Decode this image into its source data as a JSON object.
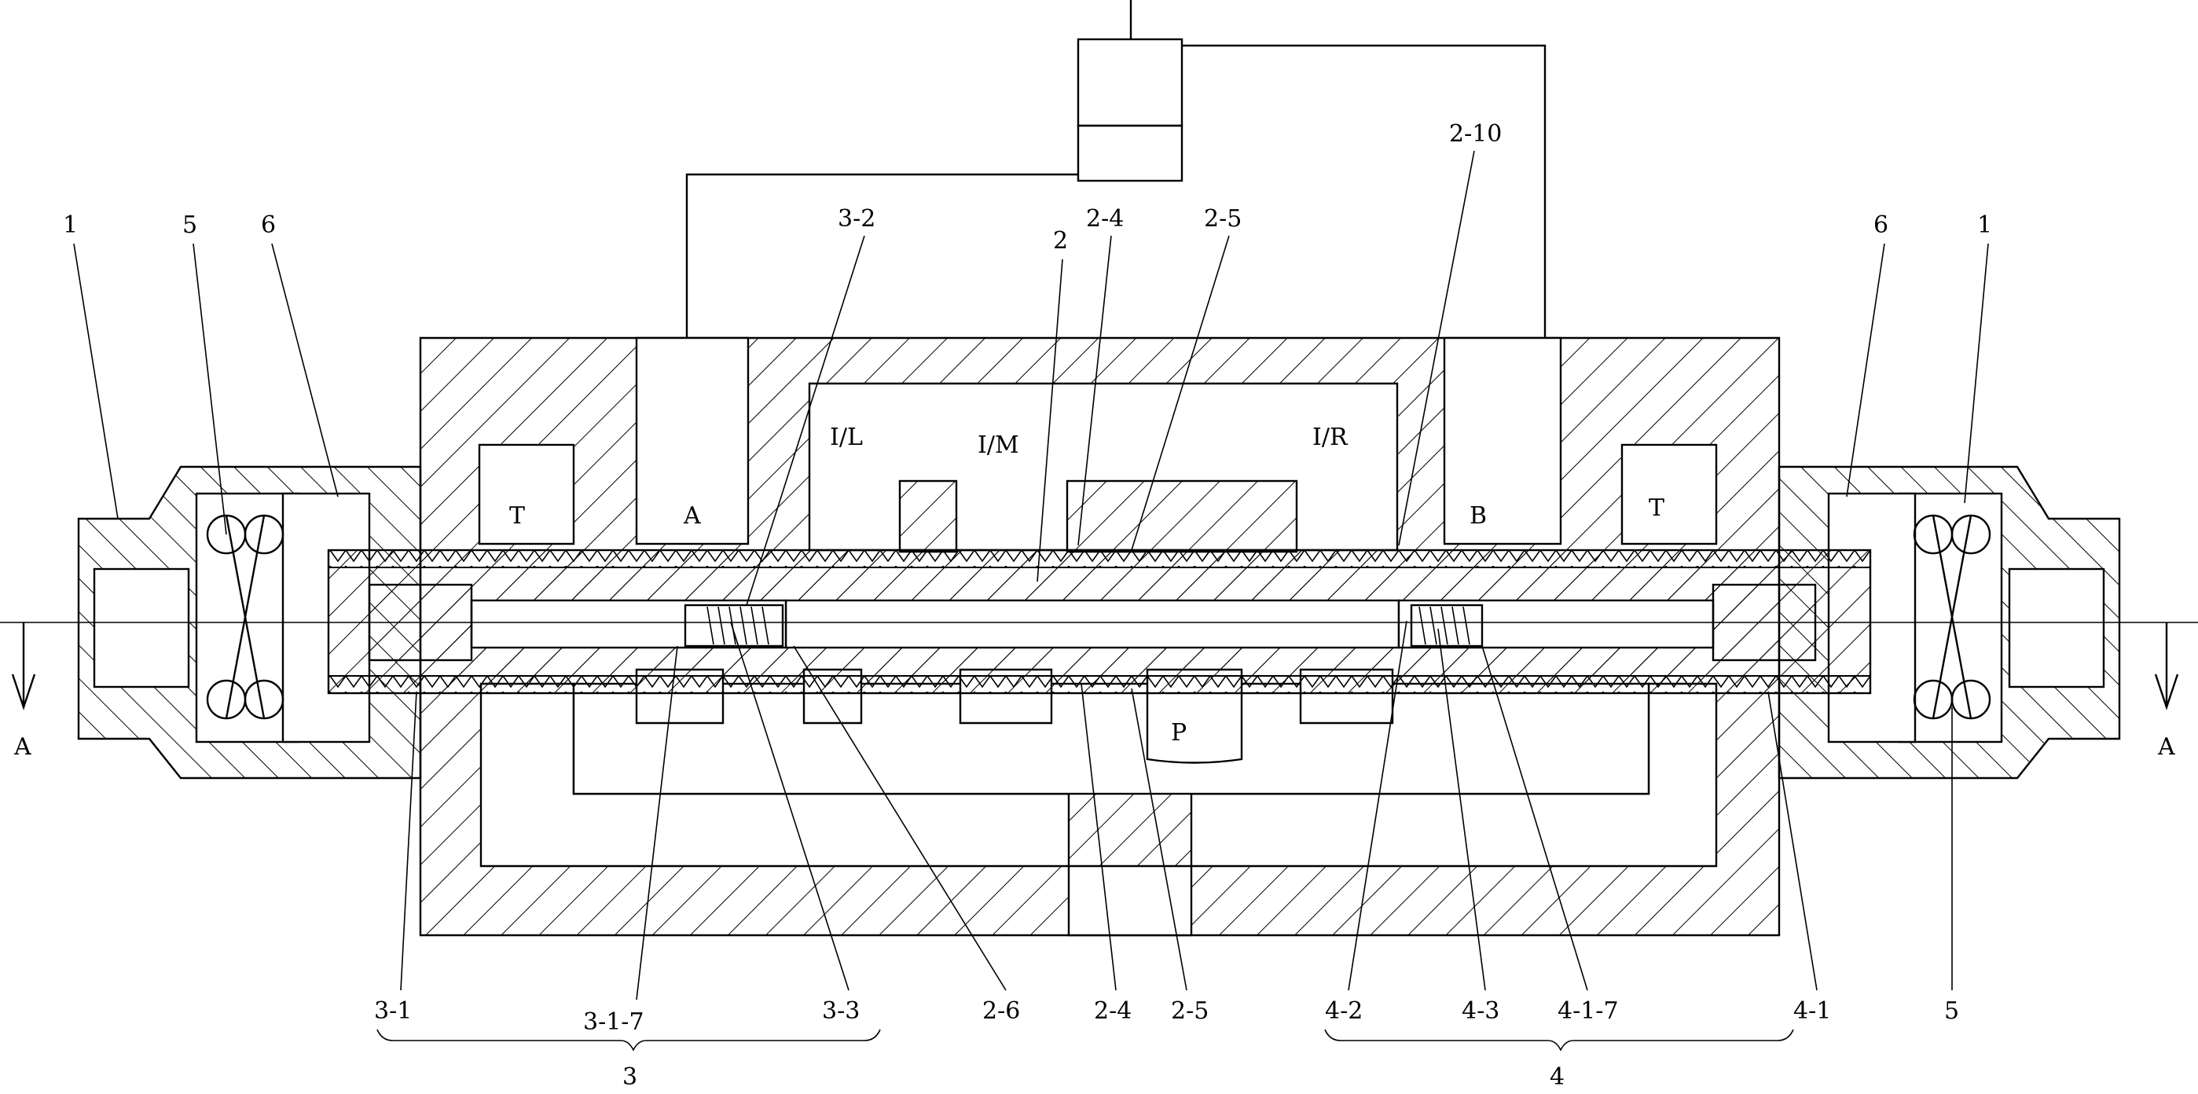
{
  "ports": {
    "T_left": "T",
    "A": "A",
    "B": "B",
    "T_right": "T",
    "P": "P"
  },
  "chambers": {
    "left": "I/L",
    "middle": "I/M",
    "right": "I/R"
  },
  "section_markers": {
    "left": "A",
    "right": "A"
  },
  "callouts_top": [
    "1",
    "5",
    "6",
    "3-2",
    "2",
    "2-4",
    "2-5",
    "2-10",
    "6",
    "1"
  ],
  "callouts_bottom": [
    "3-1",
    "3-1-7",
    "3-3",
    "2-6",
    "2-4",
    "2-5",
    "4-2",
    "4-3",
    "4-1-7",
    "4-1",
    "5"
  ],
  "groups": {
    "left": "3",
    "right": "4"
  }
}
